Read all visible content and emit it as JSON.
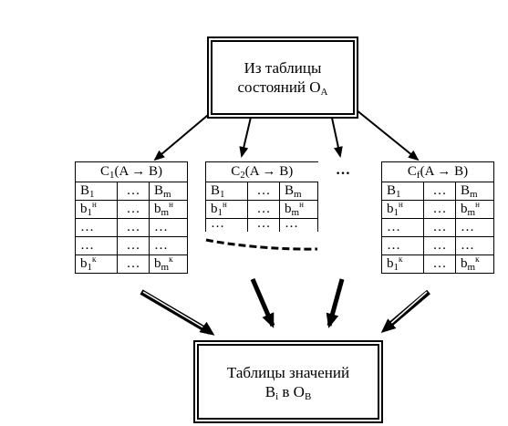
{
  "source_box": {
    "line1": "Из таблицы",
    "line2_prefix": "состояний O",
    "line2_sub": "A"
  },
  "ellipsis": "…",
  "tables": [
    {
      "header": {
        "prefix": "C",
        "sub": "1",
        "text": "(A → B)"
      },
      "rows": [
        {
          "c1": "B",
          "c1_sub": "1",
          "c1_sup": "",
          "c2": "…",
          "c3": "B",
          "c3_sub": "m",
          "c3_sup": ""
        },
        {
          "c1": "b",
          "c1_sub": "1",
          "c1_sup": "н",
          "c2": "…",
          "c3": "b",
          "c3_sub": "m",
          "c3_sup": "н"
        },
        {
          "c1": "…",
          "c1_sub": "",
          "c1_sup": "",
          "c2": "…",
          "c3": "…",
          "c3_sub": "",
          "c3_sup": ""
        },
        {
          "c1": "…",
          "c1_sub": "",
          "c1_sup": "",
          "c2": "…",
          "c3": "…",
          "c3_sub": "",
          "c3_sup": ""
        },
        {
          "c1": "b",
          "c1_sub": "1",
          "c1_sup": "к",
          "c2": "…",
          "c3": "b",
          "c3_sub": "m",
          "c3_sup": "к"
        }
      ]
    },
    {
      "header": {
        "prefix": "C",
        "sub": "2",
        "text": "(A → B)"
      },
      "rows": [
        {
          "c1": "B",
          "c1_sub": "1",
          "c1_sup": "",
          "c2": "…",
          "c3": "B",
          "c3_sub": "m",
          "c3_sup": ""
        },
        {
          "c1": "b",
          "c1_sub": "1",
          "c1_sup": "н",
          "c2": "…",
          "c3": "b",
          "c3_sub": "m",
          "c3_sup": "н"
        },
        {
          "c1": "…",
          "c1_sub": "",
          "c1_sup": "",
          "c2": "…",
          "c3": "…",
          "c3_sub": "",
          "c3_sup": ""
        }
      ]
    },
    {
      "header": {
        "prefix": "C",
        "sub": "f",
        "text": "(A → B)"
      },
      "rows": [
        {
          "c1": "B",
          "c1_sub": "1",
          "c1_sup": "",
          "c2": "…",
          "c3": "B",
          "c3_sub": "m",
          "c3_sup": ""
        },
        {
          "c1": "b",
          "c1_sub": "1",
          "c1_sup": "н",
          "c2": "…",
          "c3": "b",
          "c3_sub": "m",
          "c3_sup": "н"
        },
        {
          "c1": "…",
          "c1_sub": "",
          "c1_sup": "",
          "c2": "…",
          "c3": "…",
          "c3_sub": "",
          "c3_sup": ""
        },
        {
          "c1": "…",
          "c1_sub": "",
          "c1_sup": "",
          "c2": "…",
          "c3": "…",
          "c3_sub": "",
          "c3_sup": ""
        },
        {
          "c1": "b",
          "c1_sub": "1",
          "c1_sup": "к",
          "c2": "…",
          "c3": "b",
          "c3_sub": "m",
          "c3_sup": "к"
        }
      ]
    }
  ],
  "target_box": {
    "line1": "Таблицы значений",
    "line2_prefix": "B",
    "line2_sub": "i",
    "line2_mid": " в O",
    "line2_sub2": "B"
  }
}
